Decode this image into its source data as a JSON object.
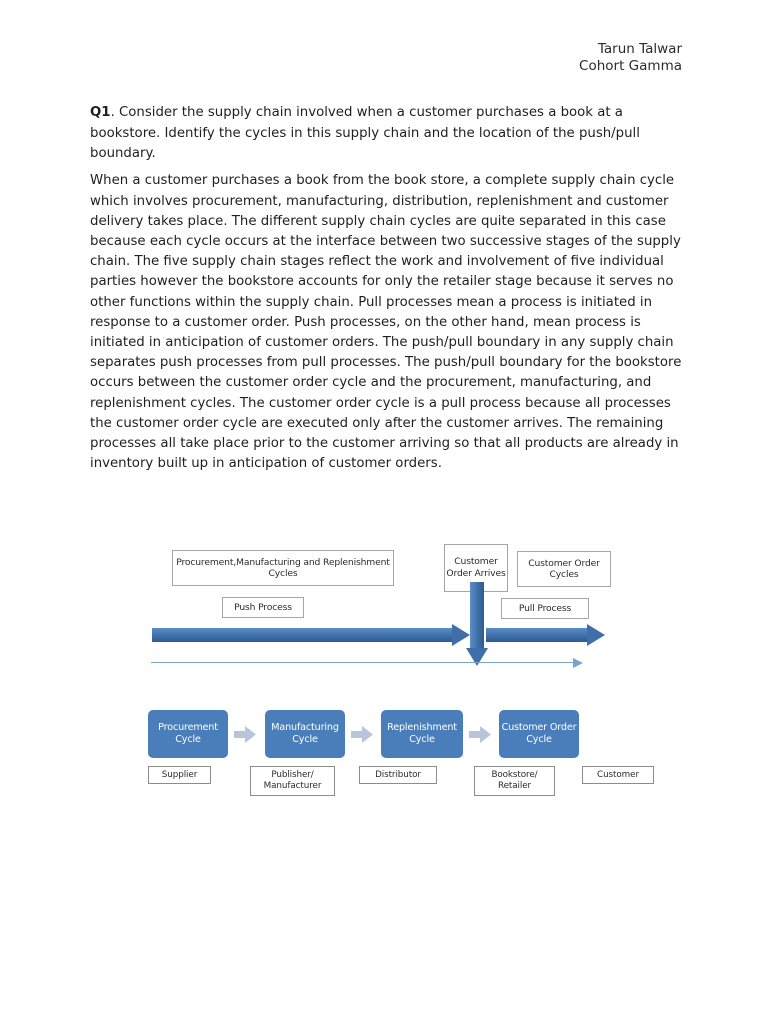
{
  "header": {
    "name": "Tarun Talwar",
    "cohort": "Cohort Gamma"
  },
  "question": {
    "label": "Q1",
    "text": ". Consider the supply chain involved when a customer purchases a book at a bookstore. Identify the cycles in this supply chain and the location of the push/pull boundary."
  },
  "answer": {
    "text": "When a customer purchases a book from the book store, a complete supply chain cycle which involves procurement, manufacturing, distribution, replenishment and customer delivery takes place. The different supply chain cycles are quite separated in this case because each cycle occurs at the interface between two successive stages of the supply chain. The five supply chain stages reflect the work and involvement of five individual parties however the bookstore accounts for only the retailer stage because it serves no other functions within the supply chain. Pull processes mean a process is initiated in response to a customer order. Push processes, on the other hand, mean process is initiated in anticipation of customer orders. The push/pull boundary in any supply chain separates push processes from pull processes. The push/pull boundary for the bookstore occurs between the customer order cycle and the procurement, manufacturing, and replenishment cycles. The customer order cycle is a pull process because all processes the customer order cycle are executed only after the customer arrives. The remaining processes all take place prior to the customer arriving so that all products are already in inventory built up in anticipation of customer orders."
  },
  "diagram": {
    "push_cycles_box": "Procurement,Manufacturing and Replenishment Cycles",
    "order_arrives_box": "Customer Order Arrives",
    "order_cycles_box": "Customer Order Cycles",
    "push_process_label": "Push Process",
    "pull_process_label": "Pull Process",
    "cycles": [
      {
        "label": "Procurement Cycle"
      },
      {
        "label": "Manufacturing Cycle"
      },
      {
        "label": "Replenishment Cycle"
      },
      {
        "label": "Customer Order Cycle"
      }
    ],
    "stages": [
      {
        "label": "Supplier"
      },
      {
        "label": "Publisher/ Manufacturer"
      },
      {
        "label": "Distributor"
      },
      {
        "label": "Bookstore/ Retailer"
      },
      {
        "label": "Customer"
      }
    ],
    "colors": {
      "cycle_box": "#4a7ebb",
      "arrow": "#3f6fa8",
      "chevron": "#b7c4d9",
      "timeline": "#7ba3d0",
      "box_border": "#a6a6a6"
    }
  }
}
